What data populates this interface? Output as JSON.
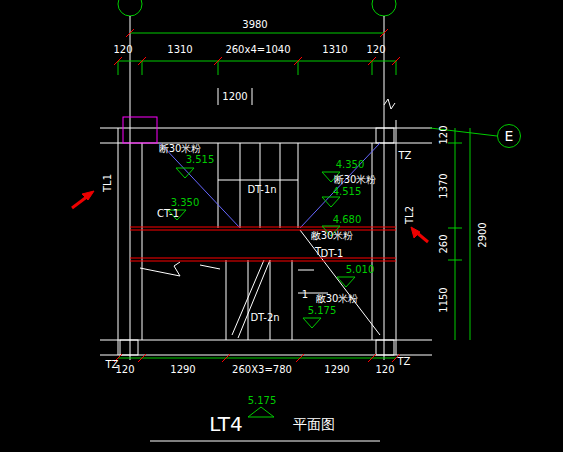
{
  "diagram": {
    "title": "LT4",
    "nodes": [
      {
        "text": [
          "E"
        ]
      }
    ],
    "labels": [
      "3980",
      "120",
      "1310",
      "260x4=1040",
      "1310",
      "120",
      "1200",
      "120",
      "1370",
      "260",
      "1150",
      "2900",
      "TL1",
      "TL2",
      "TZ",
      "断30米粉",
      "3.515",
      "4.350",
      "断30米粉",
      "4.515",
      "DT-1n",
      "3.350",
      "4.680",
      "CT-1",
      "敝30米粉",
      "T",
      "DT-1",
      "5.010",
      "1",
      "敝30米粉",
      "5.175",
      "DT-2n",
      "TZ",
      "TZ",
      "120",
      "1290",
      "260X3=780",
      "1290",
      "120",
      "5.175",
      "平面图"
    ]
  }
}
